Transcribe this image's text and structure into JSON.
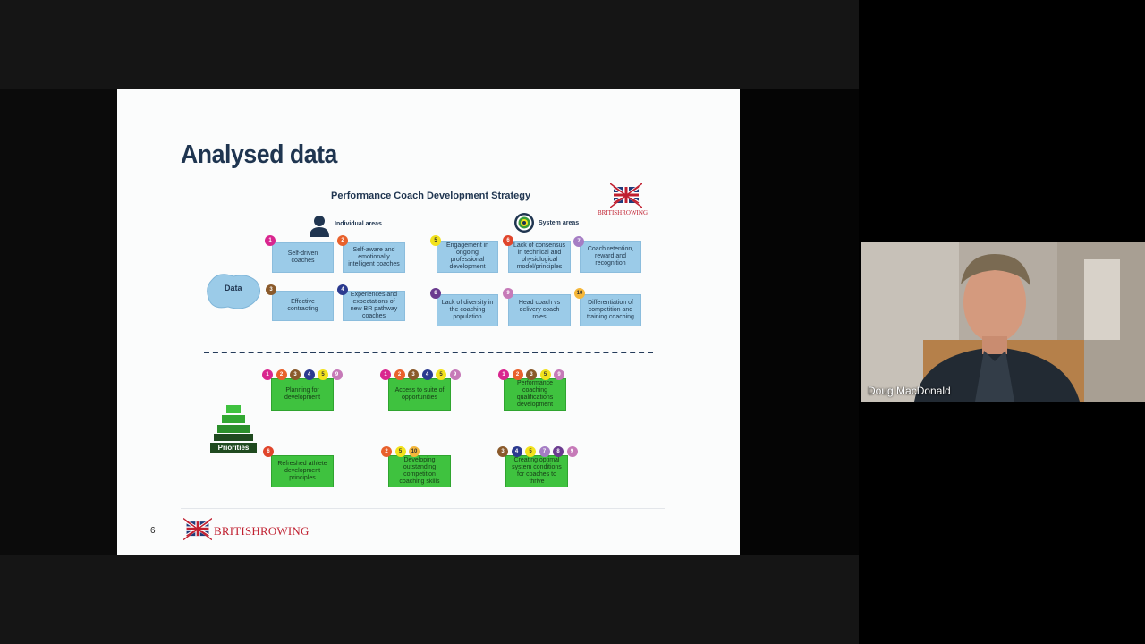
{
  "slide": {
    "title": "Analysed data",
    "strategy_title": "Performance Coach Development Strategy",
    "individual_label": "Individual areas",
    "system_label": "System areas",
    "data_label": "Data",
    "priorities_label": "Priorities",
    "page_number": "6",
    "logo_text": "BRITISHROWING",
    "logo_top_text": "BRITISHROWING",
    "individual_areas": [
      {
        "num": "1",
        "text": "Self-driven coaches",
        "color": "#d9268f"
      },
      {
        "num": "2",
        "text": "Self-aware and emotionally intelligent coaches",
        "color": "#e8612c"
      },
      {
        "num": "3",
        "text": "Effective contracting",
        "color": "#8a5a2b"
      },
      {
        "num": "4",
        "text": "Experiences and expectations of new BR pathway coaches",
        "color": "#2b3a8f"
      }
    ],
    "system_areas": [
      {
        "num": "5",
        "text": "Engagement in ongoing professional development",
        "color": "#f2e21c"
      },
      {
        "num": "6",
        "text": "Lack of consensus in technical and physiological model/principles",
        "color": "#e0452b"
      },
      {
        "num": "7",
        "text": "Coach retention, reward and recognition",
        "color": "#a57dc4"
      },
      {
        "num": "8",
        "text": "Lack of diversity in the coaching population",
        "color": "#6a3b8f"
      },
      {
        "num": "9",
        "text": "Head coach vs delivery coach roles",
        "color": "#c67ab8"
      },
      {
        "num": "10",
        "text": "Differentiation of competition and training coaching",
        "color": "#f5b73a"
      }
    ],
    "priorities": [
      {
        "text": "Planning for development",
        "nums": [
          "1",
          "2",
          "3",
          "4",
          "5",
          "9"
        ]
      },
      {
        "text": "Access to suite of opportunities",
        "nums": [
          "1",
          "2",
          "3",
          "4",
          "5",
          "9"
        ]
      },
      {
        "text": "Performance coaching qualifications development",
        "nums": [
          "1",
          "2",
          "3",
          "5",
          "9"
        ]
      },
      {
        "text": "Refreshed athlete development principles",
        "nums": [
          "6"
        ]
      },
      {
        "text": "Developing outstanding competition coaching skills",
        "nums": [
          "2",
          "5",
          "10"
        ]
      },
      {
        "text": "Creating optimal system conditions for coaches to thrive",
        "nums": [
          "3",
          "4",
          "5",
          "7",
          "8",
          "9"
        ]
      }
    ]
  },
  "number_colors": {
    "1": "#d9268f",
    "2": "#e8612c",
    "3": "#8a5a2b",
    "4": "#2b3a8f",
    "5": "#f2e21c",
    "6": "#e0452b",
    "7": "#a57dc4",
    "8": "#6a3b8f",
    "9": "#c67ab8",
    "10": "#f5b73a"
  },
  "participant": {
    "name": "Doug MacDonald"
  }
}
